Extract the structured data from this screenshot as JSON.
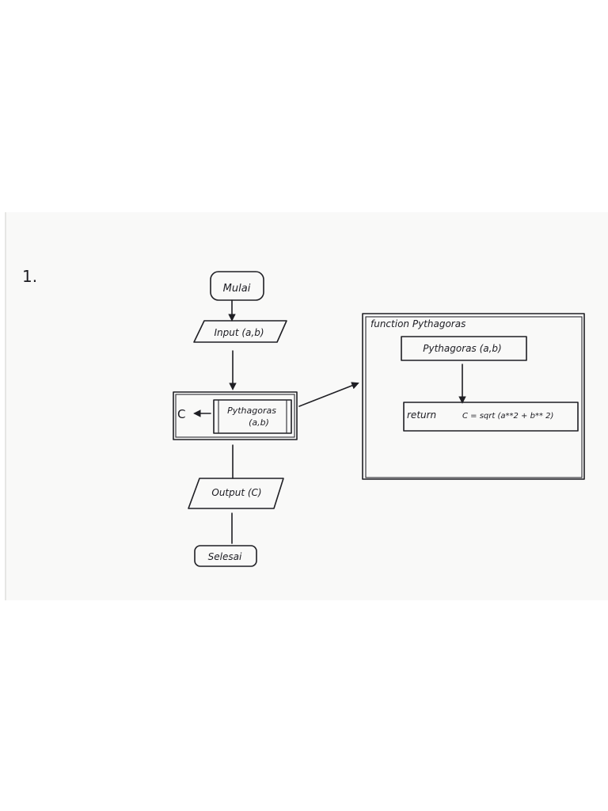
{
  "problem_number": "1.",
  "main_flow": {
    "start": "Mulai",
    "input": "Input (a,b)",
    "output_var": "C",
    "process_name": "Pythagoras",
    "process_args": "(a,b)",
    "output": "Output (C)",
    "end": "Selesai"
  },
  "function_box": {
    "title": "function Pythagoras",
    "header": "Pythagoras (a,b)",
    "return_keyword": "return",
    "return_expr": "C = sqrt (a**2 + b** 2)"
  },
  "colors": {
    "ink": "#1f1f24",
    "paper": "#f9f9f8",
    "background": "#ffffff"
  }
}
